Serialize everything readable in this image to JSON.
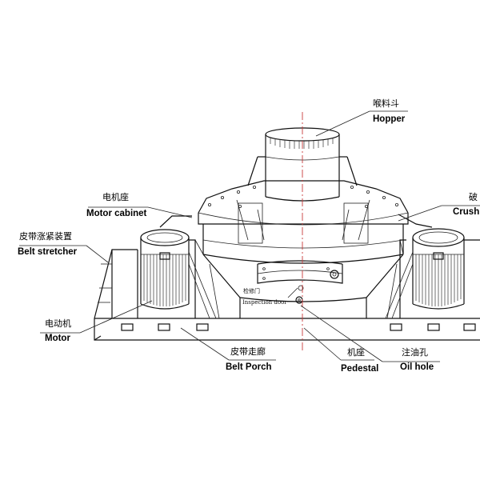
{
  "labels": {
    "hopper_cn": "喉料斗",
    "hopper_en": "Hopper",
    "motor_cabinet_cn": "电机座",
    "motor_cabinet_en": "Motor cabinet",
    "belt_stretcher_cn": "皮带涨紧装置",
    "belt_stretcher_en": "Belt stretcher",
    "motor_cn": "电动机",
    "motor_en": "Motor",
    "belt_porch_cn": "皮带走廊",
    "belt_porch_en": "Belt Porch",
    "pedestal_cn": "机座",
    "pedestal_en": "Pedestal",
    "oil_hole_cn": "注油孔",
    "oil_hole_en": "Oil hole",
    "crusher_cn": "破",
    "crusher_en": "Crush",
    "inspection_cn": "检修门",
    "inspection_en": "Inspection door"
  },
  "colors": {
    "line": "#111111",
    "centerline": "#c83a3a",
    "background": "#ffffff"
  }
}
